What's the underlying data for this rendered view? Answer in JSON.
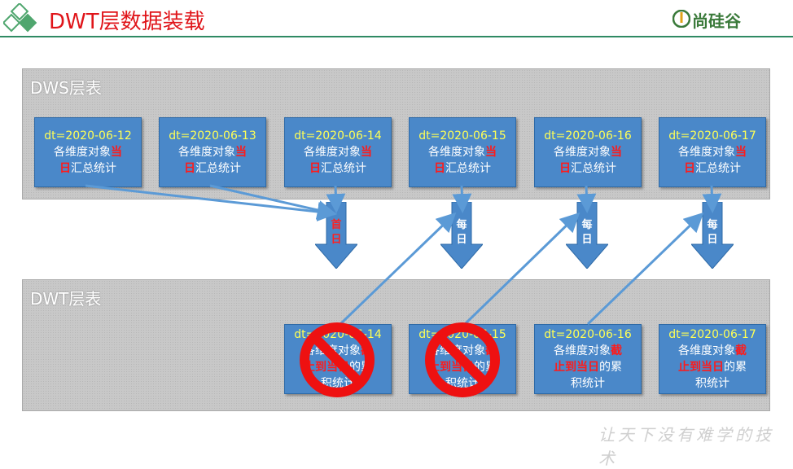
{
  "header": {
    "title": "DWT层数据装载",
    "brand": "尚硅谷"
  },
  "dws": {
    "label": "DWS层表",
    "cards": [
      {
        "dt": "dt=2020-06-12",
        "line1": "各维度对象",
        "hl1": "当",
        "hl2": "日",
        "line2": "汇总统计"
      },
      {
        "dt": "dt=2020-06-13",
        "line1": "各维度对象",
        "hl1": "当",
        "hl2": "日",
        "line2": "汇总统计"
      },
      {
        "dt": "dt=2020-06-14",
        "line1": "各维度对象",
        "hl1": "当",
        "hl2": "日",
        "line2": "汇总统计"
      },
      {
        "dt": "dt=2020-06-15",
        "line1": "各维度对象",
        "hl1": "当",
        "hl2": "日",
        "line2": "汇总统计"
      },
      {
        "dt": "dt=2020-06-16",
        "line1": "各维度对象",
        "hl1": "当",
        "hl2": "日",
        "line2": "汇总统计"
      },
      {
        "dt": "dt=2020-06-17",
        "line1": "各维度对象",
        "hl1": "当",
        "hl2": "日",
        "line2": "汇总统计"
      }
    ]
  },
  "arrows": [
    {
      "c1": "首",
      "c2": "日"
    },
    {
      "c1": "每",
      "c2": "日"
    },
    {
      "c1": "每",
      "c2": "日"
    },
    {
      "c1": "每",
      "c2": "日"
    }
  ],
  "dwt": {
    "label": "DWT层表",
    "cards": [
      {
        "dt": "dt=2020-06-14",
        "line1": "各维度对象",
        "hl": "截止到当日",
        "rest": "的累",
        "line3": "积统计"
      },
      {
        "dt": "dt=2020-06-15",
        "line1": "各维度对象",
        "hl": "截止到当日",
        "rest": "的累",
        "line3": "积统计"
      },
      {
        "dt": "dt=2020-06-16",
        "line1": "各维度对象",
        "hl": "截止到当日",
        "rest": "的累",
        "line3": "积统计"
      },
      {
        "dt": "dt=2020-06-17",
        "line1": "各维度对象",
        "hl": "截止到当日",
        "rest": "的累",
        "line3": "积统计"
      }
    ]
  },
  "watermark": "让天下没有难学的技术",
  "colors": {
    "title": "#e0151a",
    "card": "#4a88c9",
    "dt": "#ffff55",
    "highlight": "#ff1a1a",
    "prohibit": "#ee1111"
  }
}
